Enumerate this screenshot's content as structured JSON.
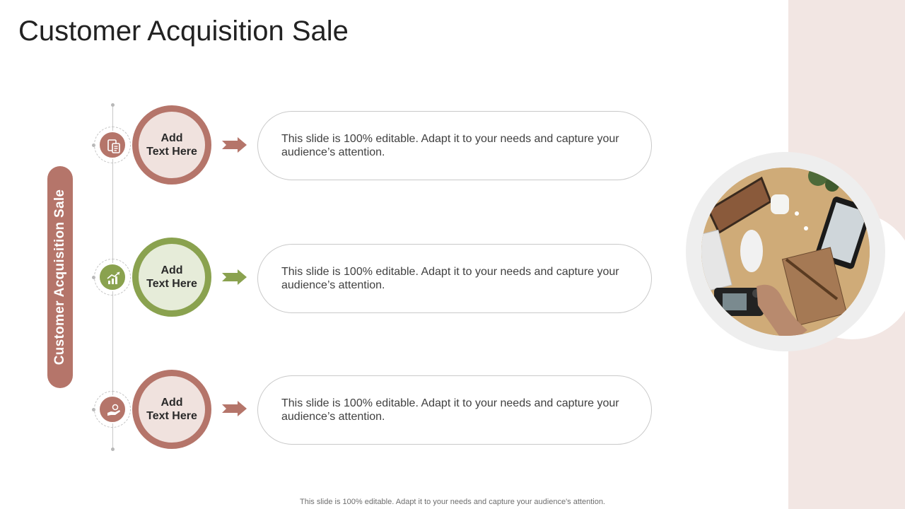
{
  "slide": {
    "title": "Customer Acquisition Sale",
    "side_label": "Customer Acquisition Sale",
    "footer": "This slide is 100% editable.  Adapt it to your needs and capture your audience's attention."
  },
  "colors": {
    "rose": "#b5756a",
    "rose_light": "#f0e2de",
    "olive": "#8aa24f",
    "olive_light": "#e6ecd9",
    "panel": "#f2e6e3"
  },
  "items": [
    {
      "heading": "Add\nText Here",
      "body": "This slide is 100% editable. Adapt it to your  needs and capture your audience’s attention.",
      "icon": "document-icon",
      "accent": "rose"
    },
    {
      "heading": "Add\nText Here",
      "body": "This slide is 100% editable. Adapt it to your  needs and capture your audience’s attention.",
      "icon": "growth-chart-icon",
      "accent": "olive"
    },
    {
      "heading": "Add\nText Here",
      "body": "This slide is 100% editable. Adapt it to your  needs and capture your audience’s attention.",
      "icon": "hand-money-icon",
      "accent": "rose"
    }
  ]
}
